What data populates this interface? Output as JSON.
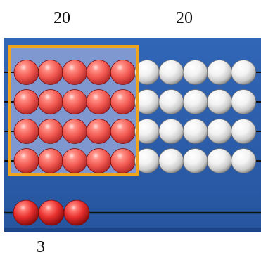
{
  "counts": {
    "top_left": "20",
    "top_right": "20",
    "bottom": "3"
  },
  "abacus": {
    "rows": 4,
    "red_per_row": 5,
    "white_per_row": 5,
    "selected_rows": 4,
    "selected_columns": 5,
    "bottom_red_beads": 3
  },
  "colors": {
    "board": "#2d5fae",
    "board_dark": "#214d96",
    "selection_fill": "#7f98d0",
    "selection_border": "#f0a31c",
    "bead_red": "#e8302e",
    "bead_white": "#f2f2f2",
    "wire": "#111111"
  }
}
